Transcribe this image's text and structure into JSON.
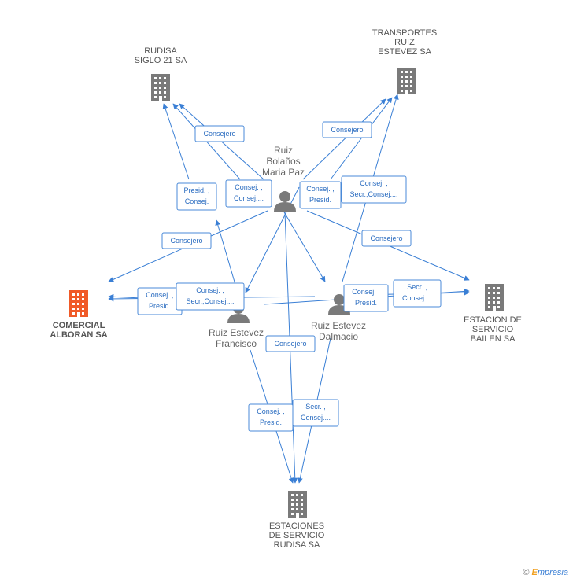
{
  "nodes": {
    "rudisa": {
      "label": [
        "RUDISA",
        "SIGLO 21 SA"
      ],
      "kind": "company"
    },
    "transportes": {
      "label": [
        "TRANSPORTES",
        "RUIZ",
        "ESTEVEZ SA"
      ],
      "kind": "company"
    },
    "comercial": {
      "label": [
        "COMERCIAL",
        "ALBORAN SA"
      ],
      "kind": "company-focus"
    },
    "bailen": {
      "label": [
        "ESTACION DE",
        "SERVICIO",
        "BAILEN SA"
      ],
      "kind": "company"
    },
    "estaciones": {
      "label": [
        "ESTACIONES",
        "DE SERVICIO",
        "RUDISA SA"
      ],
      "kind": "company"
    },
    "maria": {
      "label": [
        "Ruiz",
        "Bolaños",
        "Maria Paz"
      ],
      "kind": "person"
    },
    "francisco": {
      "label": [
        "Ruiz Estevez",
        "Francisco"
      ],
      "kind": "person"
    },
    "dalmacio": {
      "label": [
        "Ruiz Estevez",
        "Dalmacio"
      ],
      "kind": "person"
    }
  },
  "roles": [
    [
      "Consejero"
    ],
    [
      "Consejero"
    ],
    [
      "Presid. ,",
      "Consej."
    ],
    [
      "Consej. ,",
      "Consej...."
    ],
    [
      "Consej. ,",
      "Presid."
    ],
    [
      "Consej. ,",
      "Secr.,Consej...."
    ],
    [
      "Consejero"
    ],
    [
      "Consejero"
    ],
    [
      "Consej. ,",
      "Presid."
    ],
    [
      "Consej. ,",
      "Secr.,Consej...."
    ],
    [
      "Consej. ,",
      "Presid."
    ],
    [
      "Secr. ,",
      "Consej...."
    ],
    [
      "Consejero"
    ],
    [
      "Consej. ,",
      "Presid."
    ],
    [
      "Secr. ,",
      "Consej...."
    ]
  ],
  "colors": {
    "edge": "#3a7fd5",
    "company": "#7a7a7a",
    "focus": "#f05a28",
    "person": "#7a7a7a"
  },
  "footer": {
    "copyright": "©",
    "brand_initial": "E",
    "brand_rest": "mpresia"
  }
}
